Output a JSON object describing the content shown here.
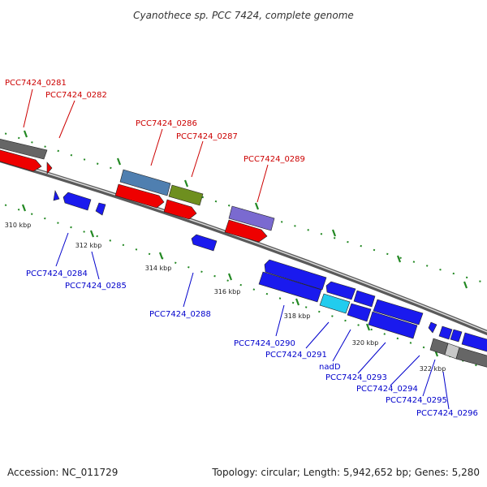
{
  "title": "Cyanothece sp. PCC 7424, complete genome",
  "footer": {
    "accession": "Accession: NC_011729",
    "topology": "Topology: circular; Length: 5,942,652 bp; Genes: 5,280"
  },
  "colors": {
    "red": "#ee0000",
    "blue": "#1a1aee",
    "gray": "#666666",
    "steel": "#4f7fb0",
    "olive": "#6e8f1f",
    "violet": "#7a6ad0",
    "cyan": "#22ccee",
    "silver": "#c8c8c8",
    "top_label": "#cc0000",
    "bottom_label": "#0000cc",
    "tick_mark": "#228822"
  },
  "ticks": [
    "310 kbp",
    "312 kbp",
    "314 kbp",
    "316 kbp",
    "318 kbp",
    "320 kbp",
    "322 kbp"
  ],
  "labels_top": [
    "PCC7424_0281",
    "PCC7424_0282",
    "PCC7424_0286",
    "PCC7424_0287",
    "PCC7424_0289"
  ],
  "labels_bottom": [
    "PCC7424_0284",
    "PCC7424_0285",
    "PCC7424_0288",
    "PCC7424_0290",
    "PCC7424_0291",
    "nadD",
    "PCC7424_0293",
    "PCC7424_0294",
    "PCC7424_0295",
    "PCC7424_0296"
  ]
}
